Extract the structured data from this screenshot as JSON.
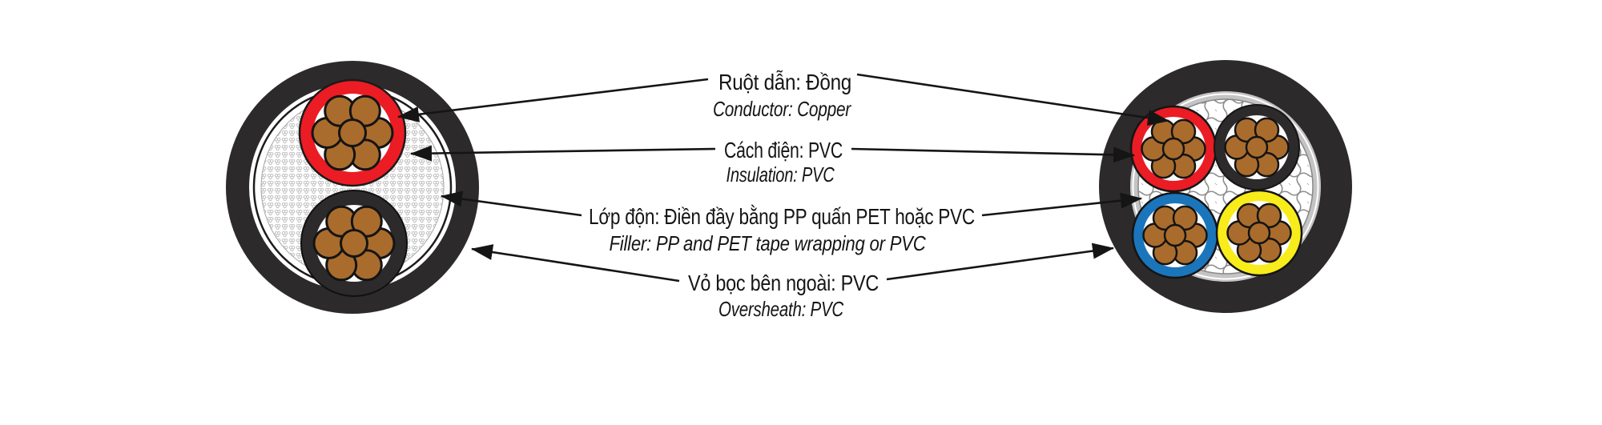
{
  "diagram": {
    "labels": [
      {
        "vi": "Ruột dẫn: Đồng",
        "en": "Conductor: Copper"
      },
      {
        "vi": "Cách điện: PVC",
        "en": "Insulation: PVC"
      },
      {
        "vi": "Lớp độn: Điền đầy bằng PP quấn PET hoặc PVC",
        "en": "Filler: PP and PET tape wrapping or PVC"
      },
      {
        "vi": "Vỏ bọc bên ngoài: PVC",
        "en": "Oversheath: PVC"
      }
    ],
    "left_cable": {
      "description": "2-core cable cross-section",
      "core_count": 2,
      "core_colors": [
        "red",
        "black"
      ],
      "strands_per_core": 7
    },
    "right_cable": {
      "description": "4-core cable cross-section",
      "core_count": 4,
      "core_colors": [
        "red",
        "black",
        "blue",
        "yellow"
      ],
      "strands_per_core": 7
    },
    "colors": {
      "insulation_red": "#ec1c24",
      "insulation_black": "#2d2a2b",
      "insulation_blue": "#1b75bb",
      "insulation_yellow": "#f8ec1b",
      "copper": "#aa6c2c",
      "sheath_black": "#2d2a2b",
      "leader_line": "#151515",
      "background": "#ffffff"
    }
  }
}
